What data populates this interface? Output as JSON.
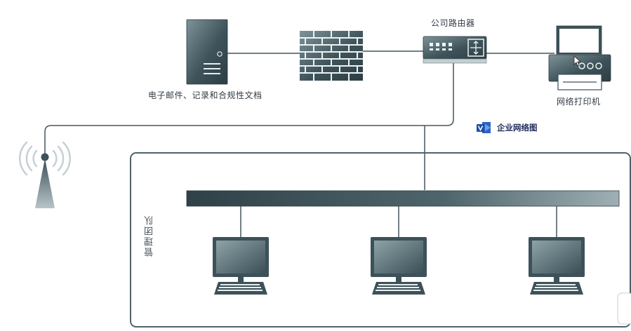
{
  "labels": {
    "router": "公司路由器",
    "server": "电子邮件、记录和合规性文档",
    "printer": "网络打印机",
    "team": "管理团队"
  },
  "brand": {
    "icon": "visio-logo-icon",
    "text": "企业网络图",
    "color": "#1d4fa6"
  },
  "colors": {
    "device_dark": "#3c5158",
    "device_light": "#7f959b",
    "line": "#45555c",
    "frame": "#50626a"
  }
}
